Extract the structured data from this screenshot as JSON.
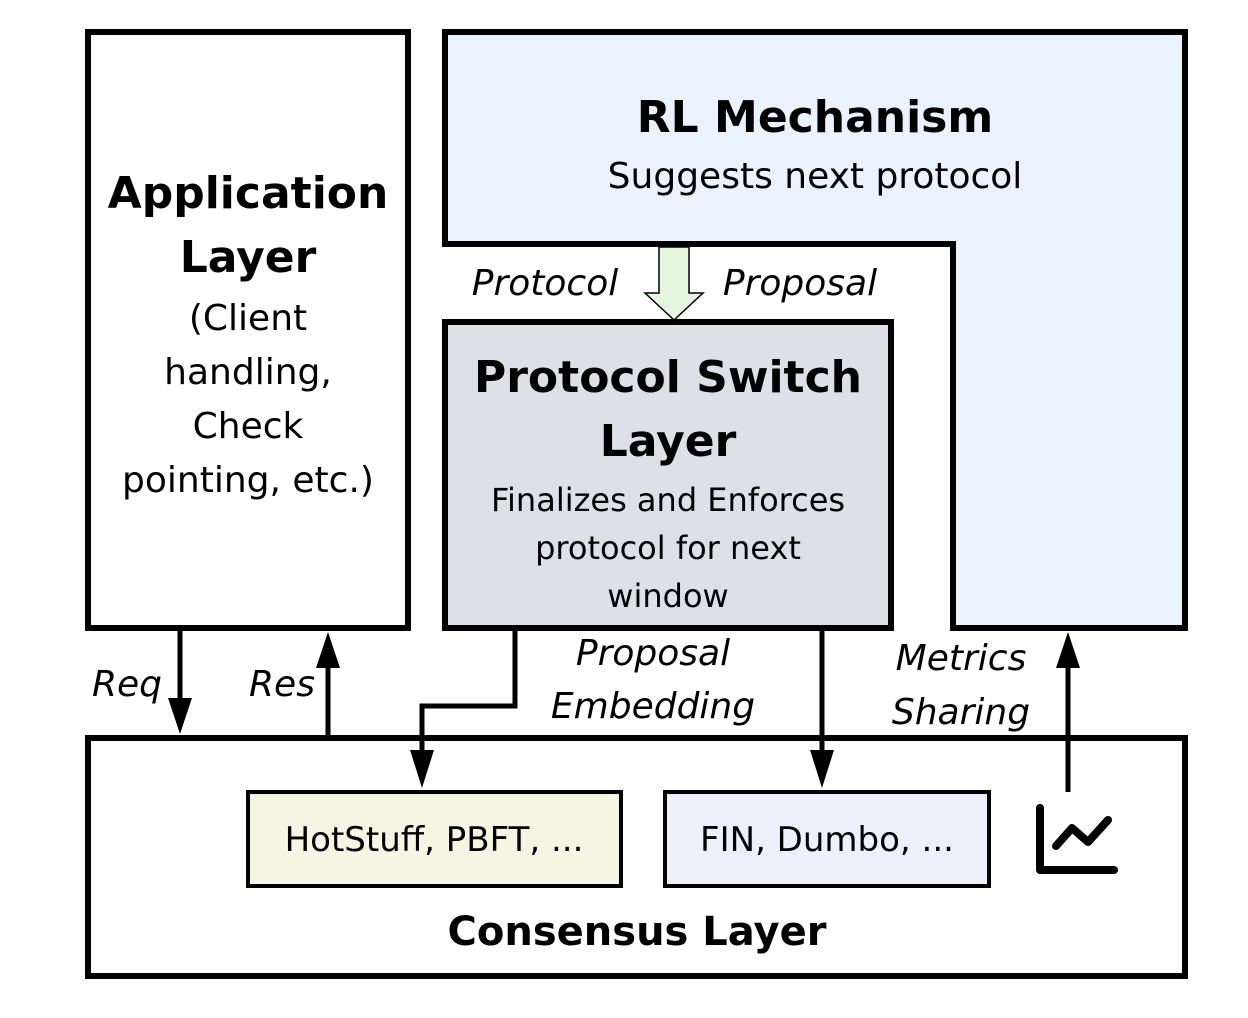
{
  "rl_mechanism": {
    "title": "RL Mechanism",
    "subtitle": "Suggests next protocol"
  },
  "application_layer": {
    "title_lines": [
      "Application",
      "Layer"
    ],
    "desc_lines": [
      "(Client",
      "handling,",
      "Check",
      "pointing, etc.)"
    ]
  },
  "protocol_switch_layer": {
    "title_lines": [
      "Protocol Switch",
      "Layer"
    ],
    "desc_lines": [
      "Finalizes and Enforces",
      "protocol for next",
      "window"
    ]
  },
  "consensus_layer": {
    "title": "Consensus Layer",
    "group_a": "HotStuff, PBFT, ...",
    "group_b": "FIN, Dumbo, ..."
  },
  "edge_labels": {
    "protocol": "Protocol",
    "proposal": "Proposal",
    "req": "Req",
    "res": "Res",
    "proposal_embedding_lines": [
      "Proposal",
      "Embedding"
    ],
    "metrics_sharing_lines": [
      "Metrics",
      "Sharing"
    ]
  },
  "icons": {
    "metrics": "line-chart-icon"
  },
  "colors": {
    "rl_fill": "#eaf3fd",
    "switch_fill": "#dde1e7",
    "group_a_fill": "#f6f4e3",
    "group_b_fill": "#efeffc",
    "proposal_arrow_fill": "#e4f6df",
    "stroke": "#000000"
  }
}
